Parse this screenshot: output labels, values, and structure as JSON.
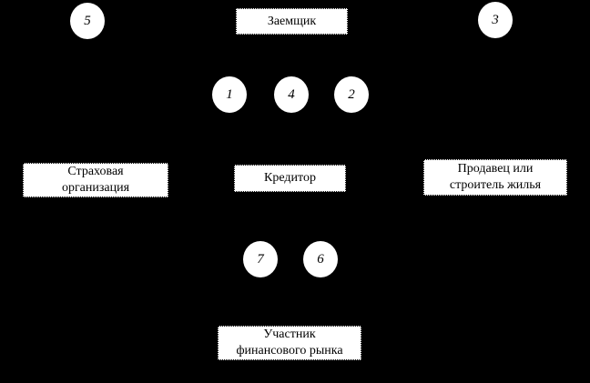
{
  "colors": {
    "background": "#000000",
    "box_fill": "#ffffff",
    "box_border": "#000000",
    "text": "#000000"
  },
  "boxes": {
    "borrower": {
      "label": "Заемщик"
    },
    "insurance": {
      "line1": "Страховая",
      "line2": "организация"
    },
    "creditor": {
      "label": "Кредитор"
    },
    "seller": {
      "line1": "Продавец или",
      "line2": "строитель жилья"
    },
    "market": {
      "line1": "Участник",
      "line2": "финансового рынка"
    }
  },
  "circles": [
    {
      "number": "5"
    },
    {
      "number": "3"
    },
    {
      "number": "1"
    },
    {
      "number": "4"
    },
    {
      "number": "2"
    },
    {
      "number": "7"
    },
    {
      "number": "6"
    }
  ]
}
